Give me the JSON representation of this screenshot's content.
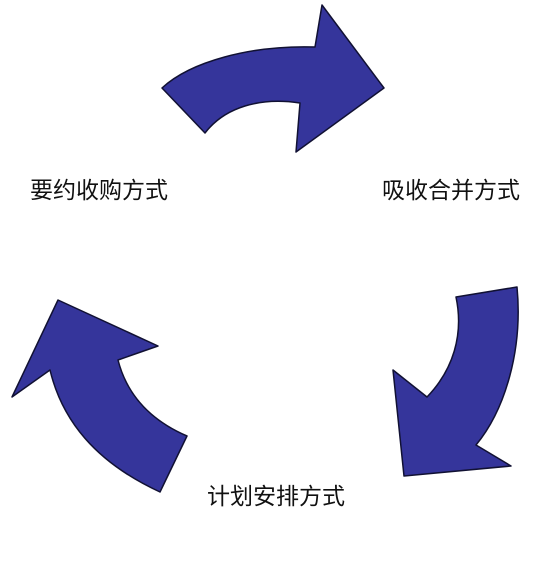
{
  "diagram": {
    "labels": {
      "tender_offer": "要约收购方式",
      "merger": "吸收合并方式",
      "scheduled": "计划安排方式"
    },
    "colors": {
      "arrow_fill": "#35359b",
      "arrow_stroke": "#111133"
    }
  }
}
